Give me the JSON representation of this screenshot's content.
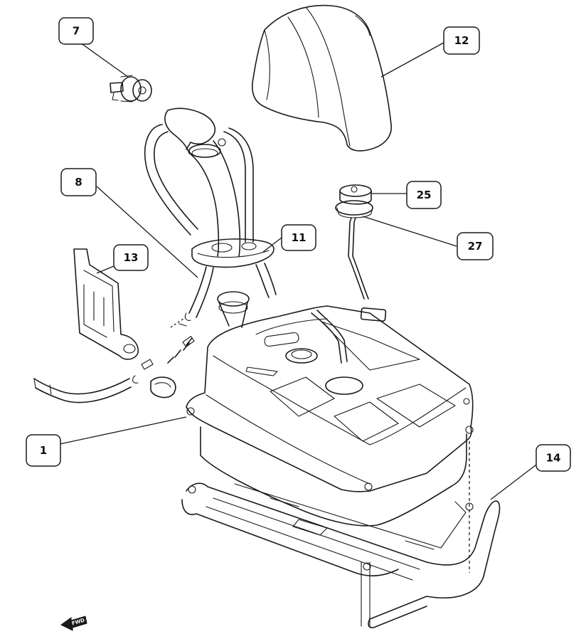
{
  "callouts": [
    {
      "id": "c7",
      "label": "7"
    },
    {
      "id": "c12",
      "label": "12"
    },
    {
      "id": "c8",
      "label": "8"
    },
    {
      "id": "c25",
      "label": "25"
    },
    {
      "id": "c11",
      "label": "11"
    },
    {
      "id": "c27",
      "label": "27"
    },
    {
      "id": "c13",
      "label": "13"
    },
    {
      "id": "c1",
      "label": "1"
    },
    {
      "id": "c14",
      "label": "14"
    }
  ],
  "fwd_marker": {
    "label": "FWD"
  },
  "colors": {
    "line": "#1a1a1a",
    "background": "#ffffff"
  }
}
